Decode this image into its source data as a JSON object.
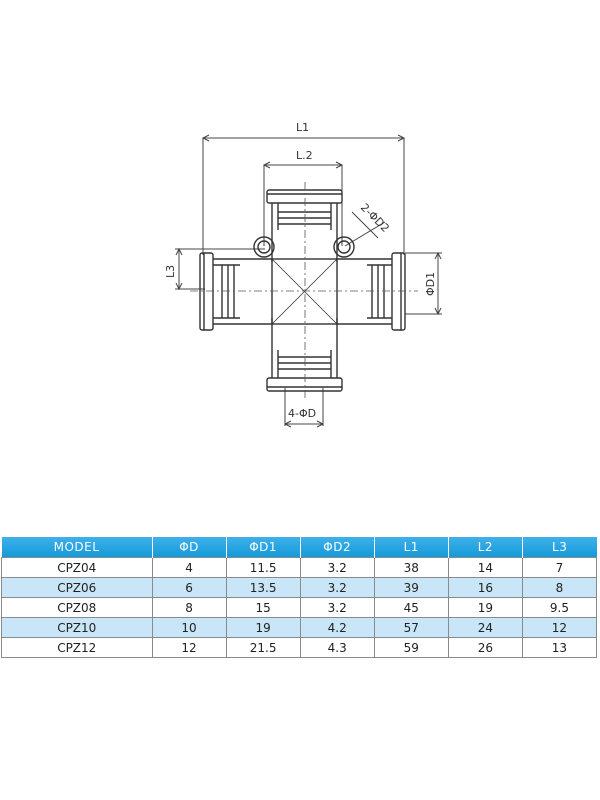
{
  "drawing": {
    "labels": {
      "l1": "L1",
      "l2": "L.2",
      "l3": "L3",
      "d1": "ΦD1",
      "d2": "2-ΦD2",
      "od": "4-ΦD"
    }
  },
  "table": {
    "headers": [
      "MODEL",
      "ΦD",
      "ΦD1",
      "ΦD2",
      "L1",
      "L2",
      "L3"
    ],
    "rows": [
      [
        "CPZ04",
        "4",
        "11.5",
        "3.2",
        "38",
        "14",
        "7"
      ],
      [
        "CPZ06",
        "6",
        "13.5",
        "3.2",
        "39",
        "16",
        "8"
      ],
      [
        "CPZ08",
        "8",
        "15",
        "3.2",
        "45",
        "19",
        "9.5"
      ],
      [
        "CPZ10",
        "10",
        "19",
        "4.2",
        "57",
        "24",
        "12"
      ],
      [
        "CPZ12",
        "12",
        "21.5",
        "4.3",
        "59",
        "26",
        "13"
      ]
    ],
    "colors": {
      "header_bg": "#1a9fde",
      "header_text": "#ffffff",
      "alt_row_bg": "#c8e6f7"
    }
  }
}
